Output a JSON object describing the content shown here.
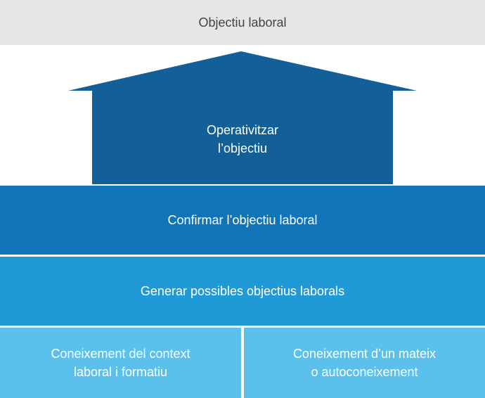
{
  "diagram": {
    "goal": "Objectiu laboral",
    "roof": {
      "line1": "Operativitzar",
      "line2": "l’objectiu"
    },
    "confirm": "Confirmar l’objectiu laboral",
    "generate": "Generar possibles objectius laborals",
    "foundation_left": {
      "line1": "Coneixement del context",
      "line2": "laboral i formatiu"
    },
    "foundation_right": {
      "line1": "Coneixement d’un mateix",
      "line2": "o autoconeixement"
    }
  },
  "colors": {
    "goal_bg": "#e6e6e6",
    "goal_text": "#444444",
    "roof": "#135f98",
    "confirm": "#1174b8",
    "generate": "#1f9ad6",
    "foundation": "#5bc1ec"
  }
}
